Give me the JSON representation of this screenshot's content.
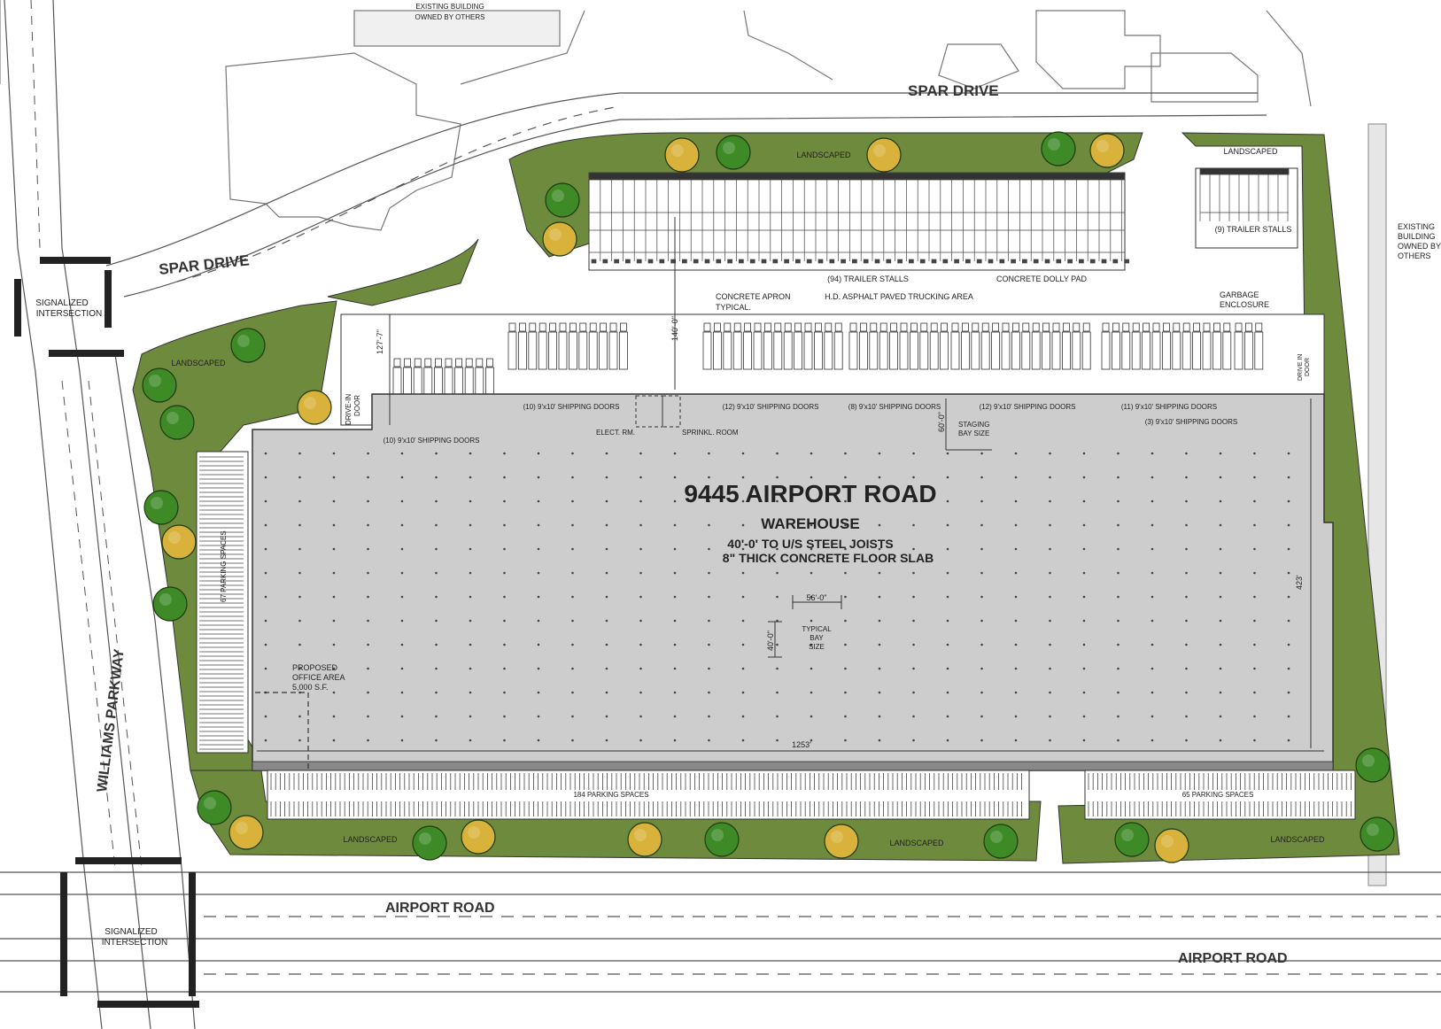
{
  "site": {
    "title": "9445 AIRPORT ROAD",
    "subtitle": "WAREHOUSE",
    "spec_line1": "40'-0' TO U/S STEEL JOISTS",
    "spec_line2": "8\" THICK CONCRETE FLOOR SLAB"
  },
  "roads": {
    "spar_top": "SPAR DRIVE",
    "spar_left": "SPAR DRIVE",
    "airport_left": "AIRPORT ROAD",
    "airport_right": "AIRPORT ROAD",
    "williams": "WILLIAMS PARKWAY"
  },
  "intersections": {
    "top_line1": "SIGNALIZED",
    "top_line2": "INTERSECTION",
    "bottom_line1": "SIGNALIZED",
    "bottom_line2": "INTERSECTION"
  },
  "existing": {
    "top_line1": "EXISTING BUILDING",
    "top_line2": "OWNED BY OTHERS",
    "right_line1": "EXISTING",
    "right_line2": "BUILDING",
    "right_line3": "OWNED BY",
    "right_line4": "OTHERS"
  },
  "landscaped": "LANDSCAPED",
  "truck_area": {
    "trailer_stalls_main": "(94) TRAILER STALLS",
    "trailer_stalls_small": "(9) TRAILER STALLS",
    "concrete_dolly_pad": "CONCRETE DOLLY PAD",
    "hd_asphalt": "H.D. ASPHALT PAVED TRUCKING AREA",
    "concrete_apron_1": "CONCRETE APRON",
    "concrete_apron_2": "TYPICAL.",
    "garbage_1": "GARBAGE",
    "garbage_2": "ENCLOSURE",
    "apron_depth": "140'-0\"",
    "left_depth": "127'-7\"",
    "staging_depth": "60'-0\"",
    "staging_1": "STAGING",
    "staging_2": "BAY SIZE",
    "drive_in_left_1": "DRIVE-IN",
    "drive_in_left_2": "DOOR",
    "drive_in_right_1": "DRIVE IN",
    "drive_in_right_2": "DOOR"
  },
  "shipping_doors": {
    "d10a": "(10) 9'x10' SHIPPING DOORS",
    "d12a": "(12) 9'x10' SHIPPING DOORS",
    "d8": "(8) 9'x10' SHIPPING DOORS",
    "d12b": "(12) 9'x10' SHIPPING DOORS",
    "d11": "(11) 9'x10' SHIPPING DOORS",
    "d3": "(3) 9'x10' SHIPPING DOORS",
    "d10b": "(10) 9'x10' SHIPPING DOORS"
  },
  "rooms": {
    "elect": "ELECT. RM.",
    "sprinkl": "SPRINKL. ROOM",
    "office_1": "PROPOSED",
    "office_2": "OFFICE AREA",
    "office_3": "5,000 S.F."
  },
  "bay": {
    "width": "56'-0\"",
    "depth": "40'-0\"",
    "l1": "TYPICAL",
    "l2": "BAY",
    "l3": "SIZE"
  },
  "dimensions": {
    "length": "1253'",
    "width": "423'"
  },
  "parking": {
    "p67": "67 PARKING SPACES",
    "p184": "184 PARKING SPACES",
    "p65": "65 PARKING SPACES"
  },
  "colors": {
    "landscape": "#6e8a3c",
    "building": "#cdcdcd",
    "tree_green": "#3d8a26",
    "tree_yellow": "#d8b23a"
  }
}
